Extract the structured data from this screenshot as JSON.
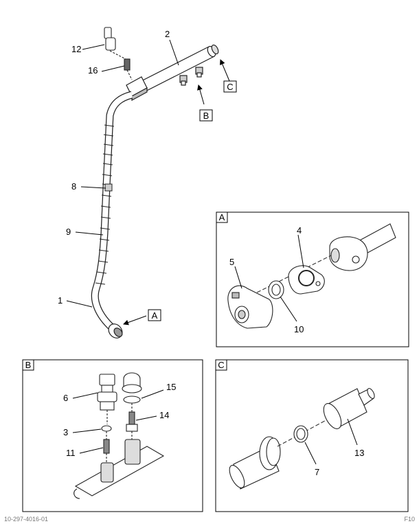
{
  "callouts": {
    "n1": "1",
    "n2": "2",
    "n3": "3",
    "n4": "4",
    "n5": "5",
    "n6": "6",
    "n7": "7",
    "n8": "8",
    "n9": "9",
    "n10": "10",
    "n11": "11",
    "n12": "12",
    "n13": "13",
    "n14": "14",
    "n15": "15",
    "n16": "16"
  },
  "detail_refs": {
    "a": "A",
    "b": "B",
    "c": "C"
  },
  "footer": {
    "left": "10-297-4016-01",
    "right": "F10"
  }
}
